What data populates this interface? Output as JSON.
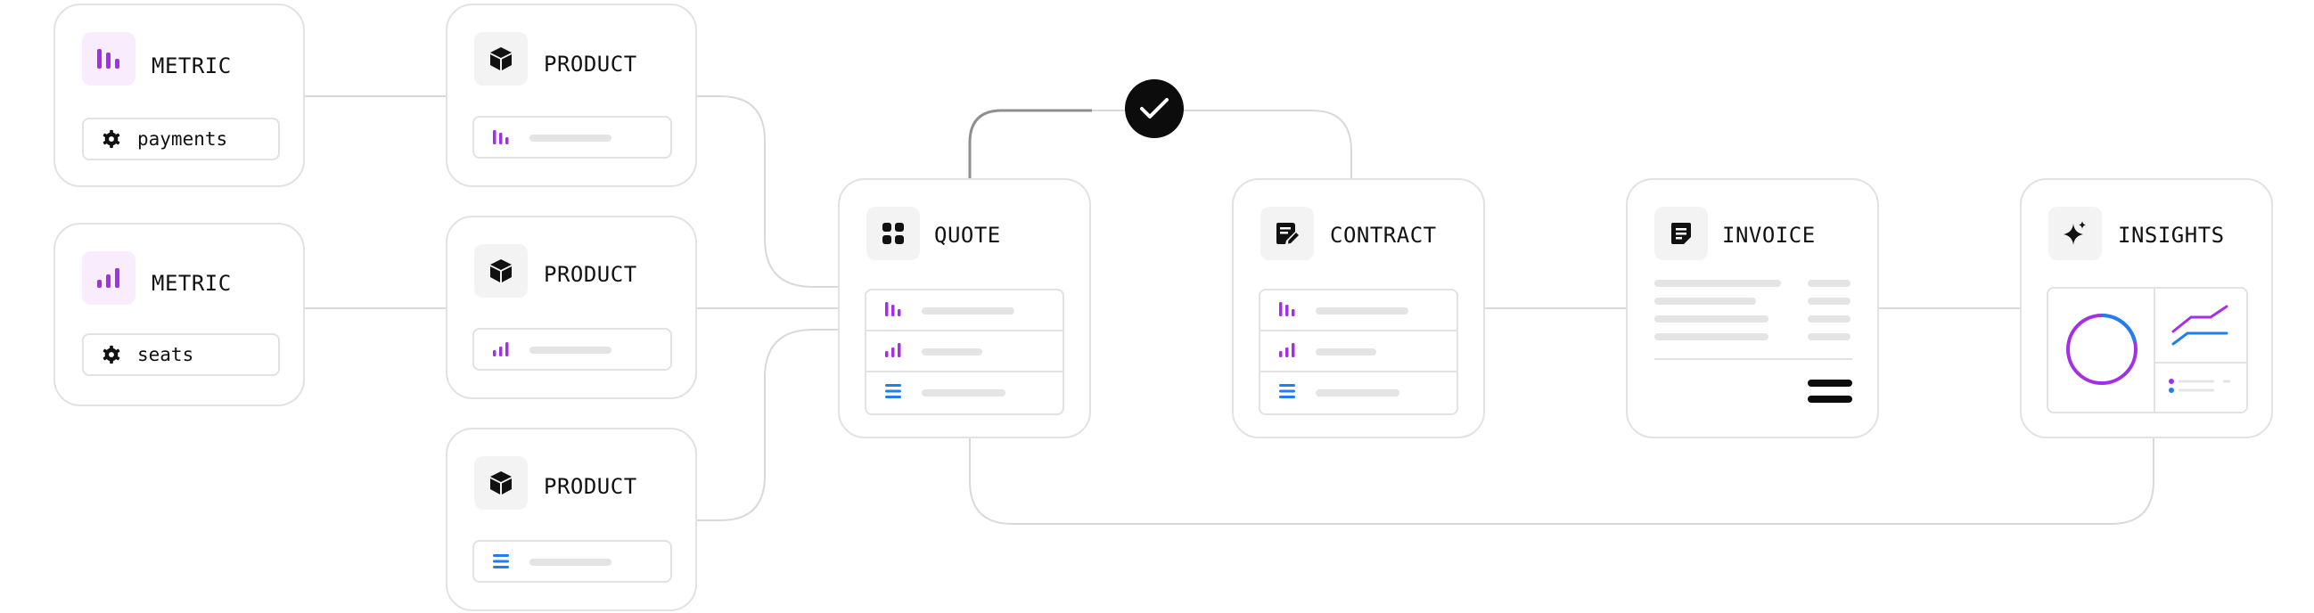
{
  "colors": {
    "purple": "#a32fe6",
    "blue": "#1f7ef0",
    "line": "#d9d9d9",
    "border": "#e2e2e2"
  },
  "metrics": [
    {
      "title": "METRIC",
      "icon": "bar-chart-icon",
      "pill_icon": "gear-icon",
      "pill_label": "payments"
    },
    {
      "title": "METRIC",
      "icon": "ascending-bars-icon",
      "pill_icon": "gear-icon",
      "pill_label": "seats"
    }
  ],
  "products": [
    {
      "title": "PRODUCT",
      "icon": "box-icon",
      "pill_icon": "bar-chart-icon"
    },
    {
      "title": "PRODUCT",
      "icon": "box-icon",
      "pill_icon": "ascending-bars-icon"
    },
    {
      "title": "PRODUCT",
      "icon": "box-icon",
      "pill_icon": "list-icon"
    }
  ],
  "quote": {
    "title": "QUOTE",
    "icon": "grid-icon",
    "rows": [
      "bar-chart-icon",
      "ascending-bars-icon",
      "list-icon"
    ]
  },
  "contract": {
    "title": "CONTRACT",
    "icon": "edit-document-icon",
    "rows": [
      "bar-chart-icon",
      "ascending-bars-icon",
      "list-icon"
    ]
  },
  "invoice": {
    "title": "INVOICE",
    "icon": "document-icon"
  },
  "insights": {
    "title": "INSIGHTS",
    "icon": "sparkle-icon",
    "widgets": [
      "donut-chart-icon",
      "line-chart-icon",
      "legend-icon"
    ]
  },
  "approval": {
    "icon": "checkmark-icon"
  }
}
